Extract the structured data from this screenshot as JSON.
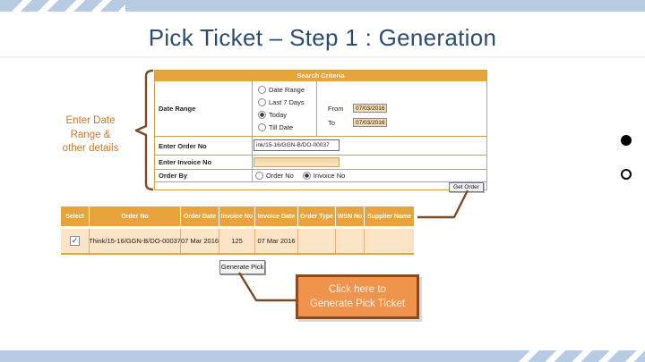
{
  "slide": {
    "title": "Pick Ticket – Step 1 : Generation",
    "annotation_lines": [
      "Enter Date",
      "Range &",
      "other details"
    ],
    "callout_line1": "Click here to",
    "callout_line2": "Generate Pick Ticket"
  },
  "form": {
    "header": "Search Criteria",
    "date_range": {
      "label": "Date Range",
      "options": [
        "Date Range",
        "Last 7 Days",
        "Today",
        "Till Date"
      ],
      "selected": "Today",
      "from_label": "From",
      "from_value": "07/03/2016",
      "to_label": "To",
      "to_value": "07/03/2016"
    },
    "order_no": {
      "label": "Enter Order No",
      "value": "ink/15-16/GGN-B/DO-00037"
    },
    "invoice_no": {
      "label": "Enter Invoice No",
      "value": ""
    },
    "order_by": {
      "label": "Order By",
      "options": [
        "Order No",
        "Invoice No"
      ],
      "selected": "Invoice No"
    },
    "get_order_button": "Get Order"
  },
  "table": {
    "headers": [
      "Select",
      "Order No",
      "Order Date",
      "Invoice No",
      "Invoice Date",
      "Order Type",
      "WSN No",
      "Supplier Name"
    ],
    "rows": [
      {
        "selected": true,
        "order_no": "Think/15-16/GGN-B/DO-00037",
        "order_date": "07 Mar 2016",
        "invoice_no": "125",
        "invoice_date": "07 Mar 2016",
        "order_type": "",
        "wsn_no": "",
        "supplier_name": ""
      }
    ]
  },
  "generate_pick_button": "Generate Pick",
  "icons": {
    "checkbox_check": "✓"
  },
  "colors": {
    "banner_blue": "#b7cbe3",
    "title_navy": "#2c4b72",
    "accent_orange": "#e7a33c",
    "form_border": "#cfa04a",
    "row_peach": "#fbe5c6",
    "annotation_orange": "#c5792f",
    "connector_brown": "#7c4b24",
    "callout_fill": "#f0944d",
    "callout_border": "#8f4a1b"
  }
}
